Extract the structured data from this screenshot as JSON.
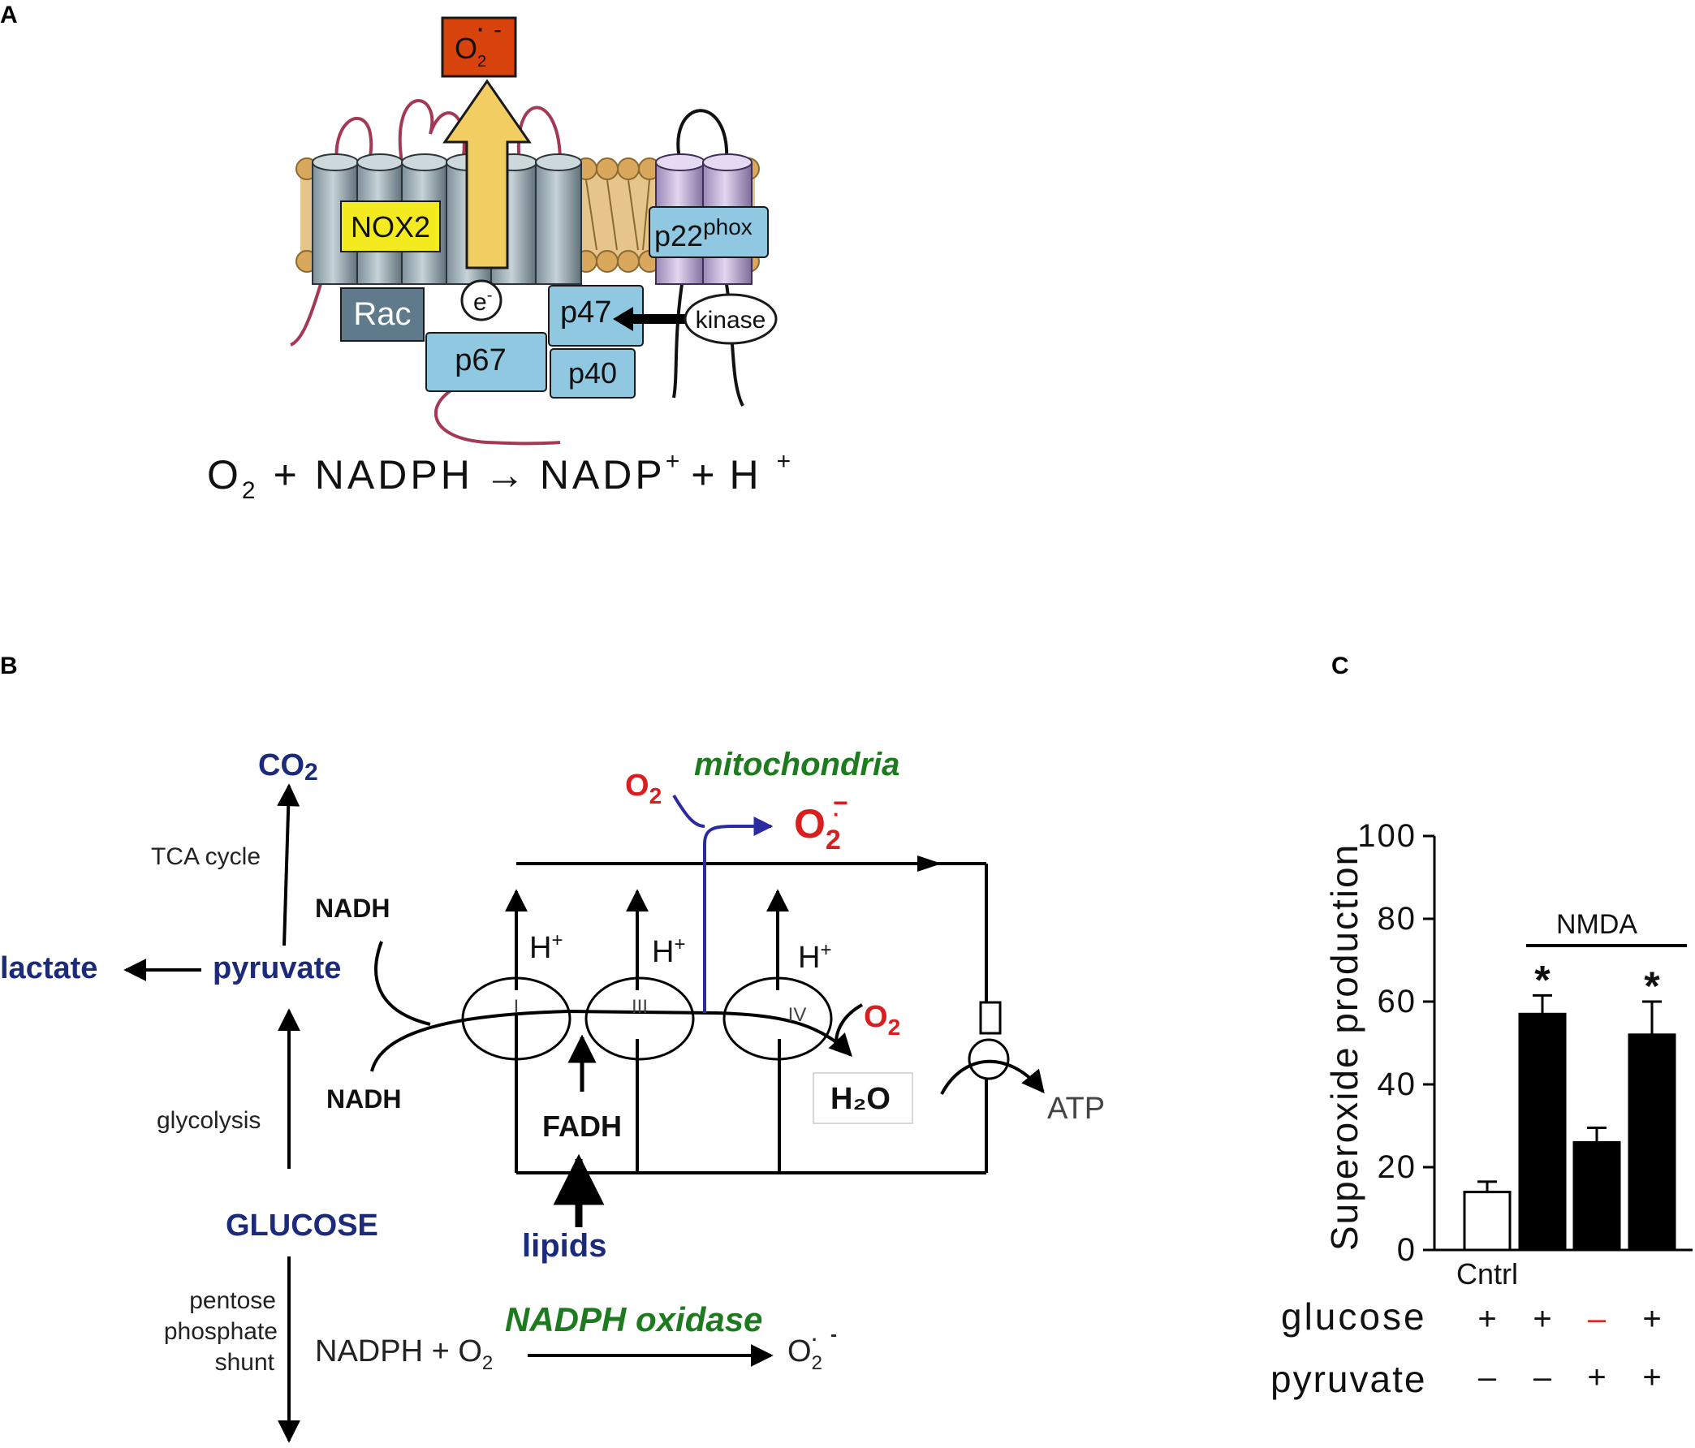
{
  "panels": {
    "a": "A",
    "b": "B",
    "c": "C"
  },
  "panel_a": {
    "superoxide_label": "O",
    "superoxide_sub": "2",
    "superoxide_charge": "-",
    "superoxide_dot": "·",
    "nox2": "NOX2",
    "p22": "p22",
    "p22_sup": "phox",
    "rac": "Rac",
    "electron": "e",
    "electron_sup": "-",
    "p47": "p47",
    "kinase": "kinase",
    "p67": "p67",
    "p40": "p40",
    "equation": {
      "o": "O",
      "sub": "2",
      "plus1": "+",
      "nadph": "NADPH",
      "arrow": "→",
      "nadp": "NADP",
      "nadp_sup": "+",
      "plus2": "+",
      "h": "H",
      "h_sup": "+"
    }
  },
  "panel_b": {
    "co2": "CO",
    "co2_sub": "2",
    "tca": "TCA cycle",
    "nadh_top": "NADH",
    "lactate": "lactate",
    "pyruvate": "pyruvate",
    "glycolysis": "glycolysis",
    "nadh_bottom": "NADH",
    "glucose": "GLUCOSE",
    "pentose1": "pentose",
    "pentose2": "phosphate",
    "pentose3": "shunt",
    "o2_top": "O",
    "o2_top_sub": "2",
    "mitochondria": "mitochondria",
    "superoxide": "O",
    "superoxide_sub": "2",
    "superoxide_charge": "−",
    "superoxide_dot": "·",
    "h1": "H",
    "h2": "H",
    "h3": "H",
    "h_sup": "+",
    "complex1": "I",
    "complex3": "III",
    "complex4": "IV",
    "o2_right": "O",
    "o2_right_sub": "2",
    "h2o": "H₂O",
    "fadh": "FADH",
    "lipids": "lipids",
    "atp": "ATP",
    "nadph_ox_label": "NADPH oxidase",
    "nadph_left": "NADPH + O",
    "nadph_left_sub": "2",
    "nadph_right": "O",
    "nadph_right_sub": "2",
    "nadph_right_charge": "-",
    "nadph_right_dot": "·"
  },
  "panel_c": {
    "colors": {
      "control": "#ffffff",
      "treated": "#000000",
      "minus_red": "#d62d20"
    },
    "nmda": "NMDA",
    "row_glucose": "glucose",
    "row_pyruvate": "pyruvate",
    "glucose_signs": [
      "+",
      "+",
      "–",
      "+"
    ],
    "pyruvate_signs": [
      "–",
      "–",
      "+",
      "+"
    ]
  },
  "chart_data": {
    "type": "bar",
    "ylabel": "Superoxide production",
    "ylim": [
      0,
      100
    ],
    "yticks": [
      "0",
      "20",
      "40",
      "60",
      "80",
      "100"
    ],
    "categories": [
      "Cntrl",
      "",
      "",
      ""
    ],
    "values": [
      14,
      57,
      26,
      52
    ],
    "errors": [
      2.5,
      4.5,
      3.5,
      8
    ],
    "significant": [
      "",
      "*",
      "",
      "*"
    ]
  }
}
